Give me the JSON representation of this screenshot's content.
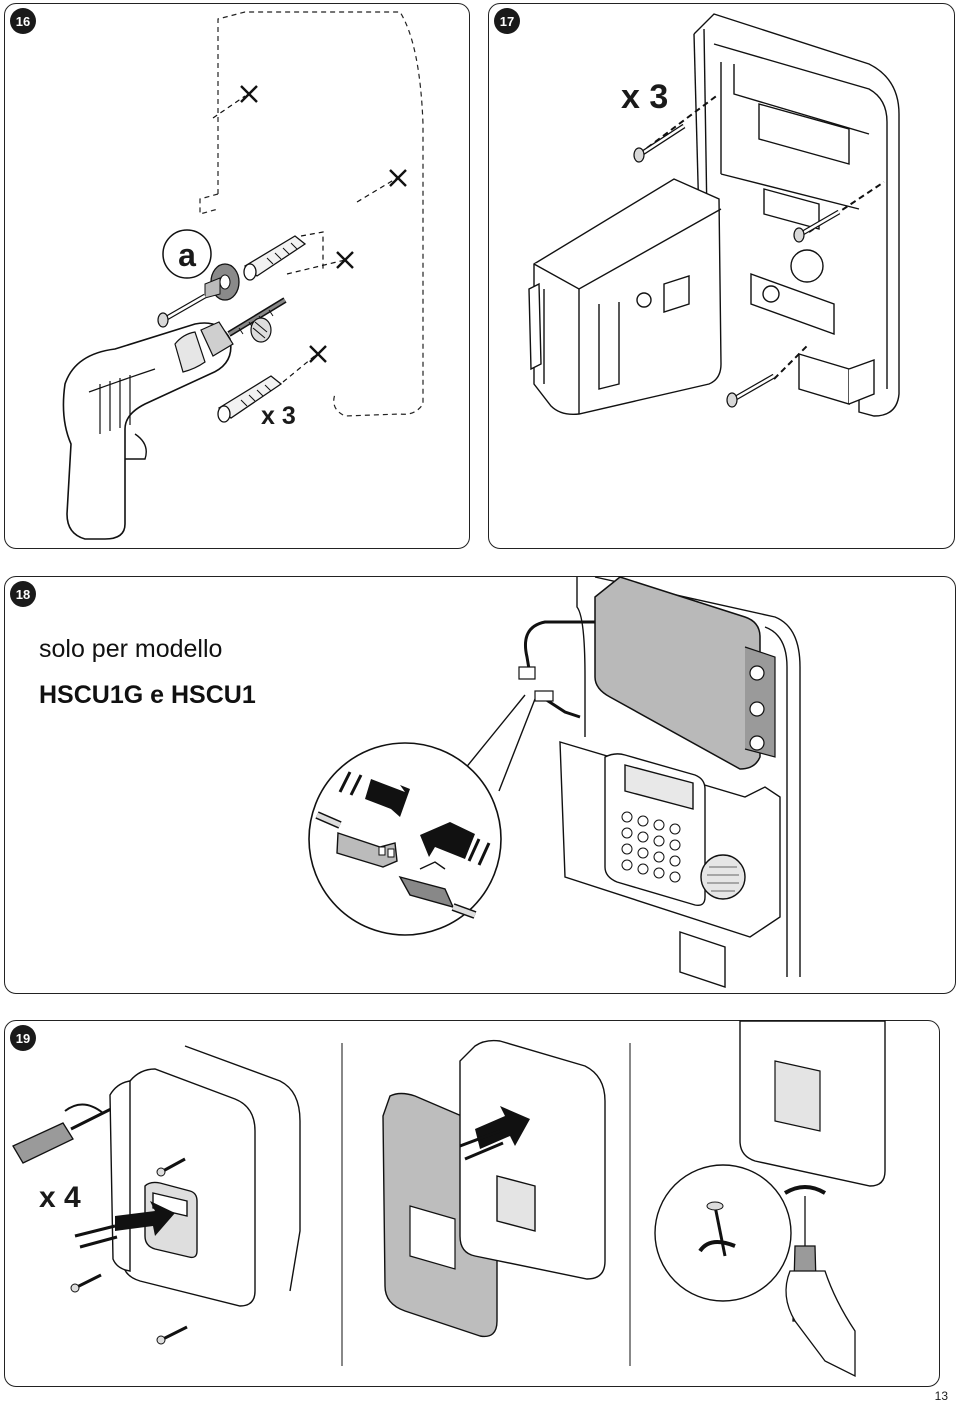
{
  "steps": [
    {
      "number": "16",
      "callout_letter": "a",
      "quantity": "x 3"
    },
    {
      "number": "17",
      "quantity": "x 3"
    },
    {
      "number": "18",
      "caption_line1": "solo per modello",
      "caption_line2": "HSCU1G e HSCU1"
    },
    {
      "number": "19",
      "quantity": "x 4"
    }
  ],
  "page_number": "13"
}
